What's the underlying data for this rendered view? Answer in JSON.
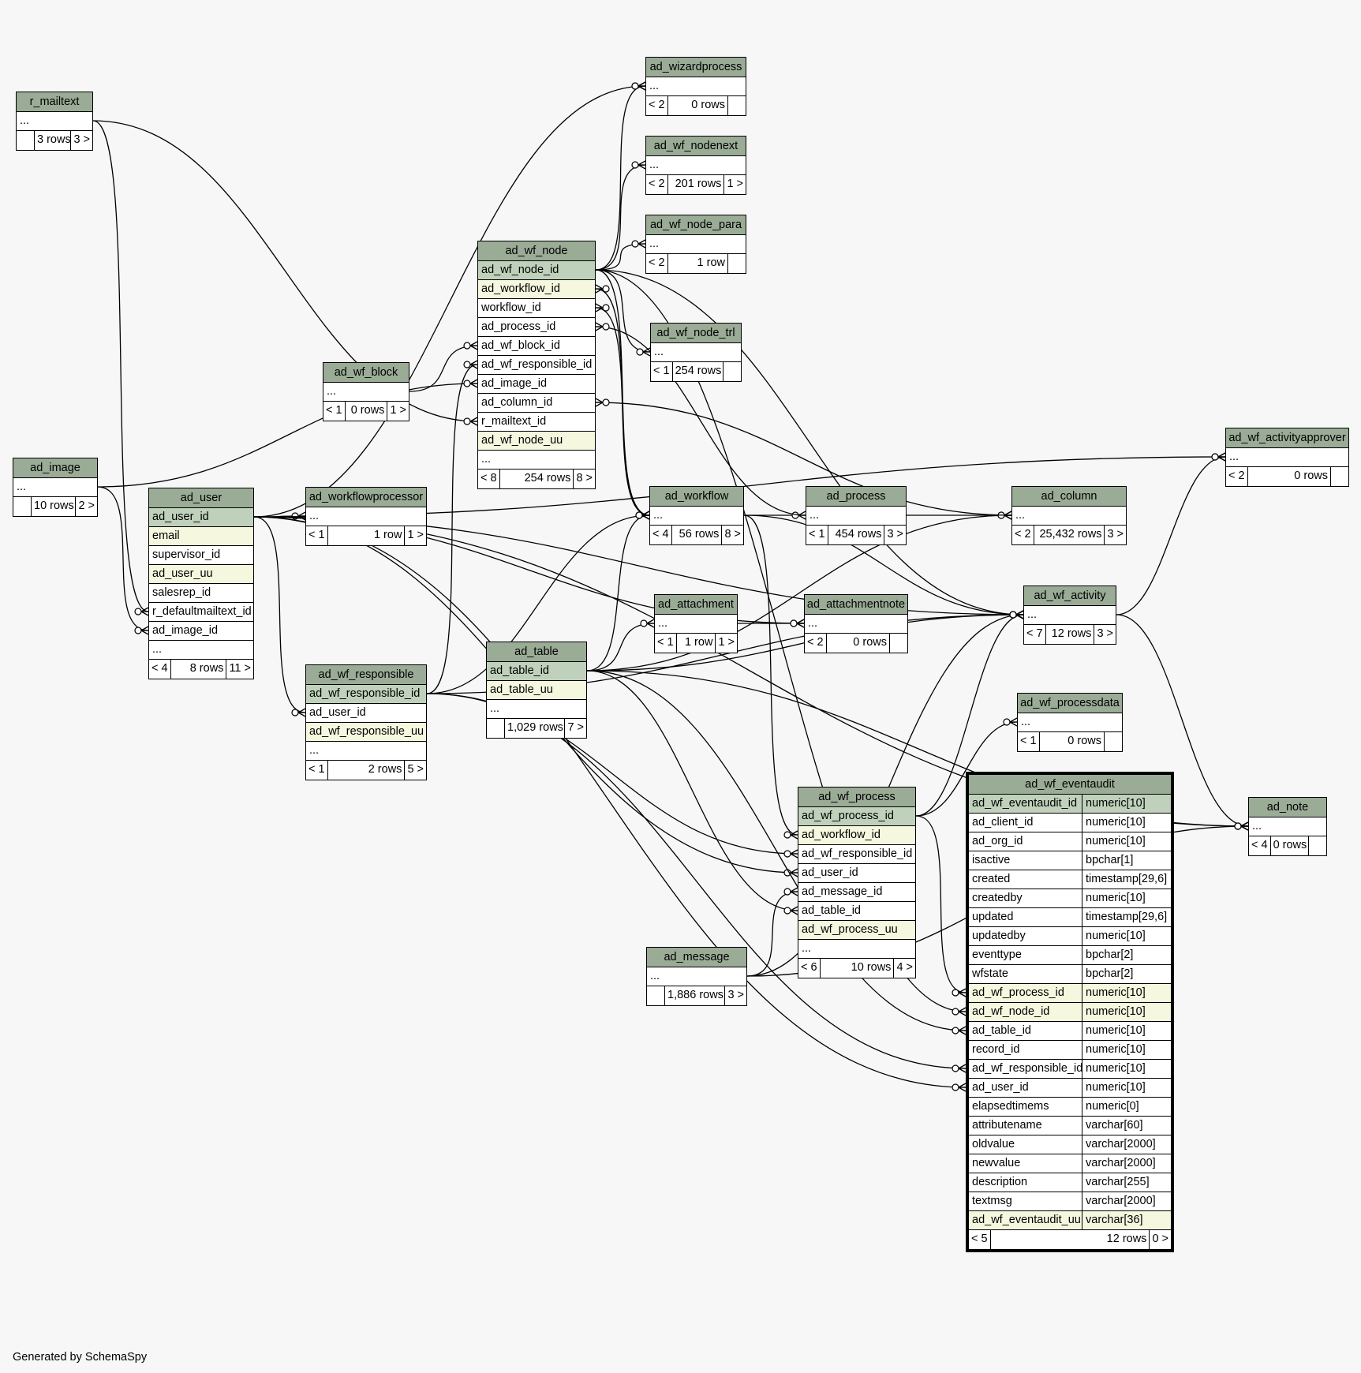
{
  "footer": {
    "generated_by": "Generated by SchemaSpy"
  },
  "tables": [
    {
      "id": "r_mailtext",
      "title": "r_mailtext",
      "rows": [
        {
          "name": "...",
          "kind": ""
        }
      ],
      "foot": {
        "left": "",
        "mid": "3 rows",
        "right": "3 >"
      }
    },
    {
      "id": "ad_image",
      "title": "ad_image",
      "rows": [
        {
          "name": "...",
          "kind": ""
        }
      ],
      "foot": {
        "left": "",
        "mid": "10 rows",
        "right": "2 >"
      }
    },
    {
      "id": "ad_user",
      "title": "ad_user",
      "rows": [
        {
          "name": "ad_user_id",
          "kind": "pk"
        },
        {
          "name": "email",
          "kind": "idx"
        },
        {
          "name": "supervisor_id",
          "kind": ""
        },
        {
          "name": "ad_user_uu",
          "kind": "idx"
        },
        {
          "name": "salesrep_id",
          "kind": ""
        },
        {
          "name": "r_defaultmailtext_id",
          "kind": ""
        },
        {
          "name": "ad_image_id",
          "kind": ""
        },
        {
          "name": "...",
          "kind": ""
        }
      ],
      "foot": {
        "left": "< 4",
        "mid": "8 rows",
        "right": "11 >"
      }
    },
    {
      "id": "ad_wf_block",
      "title": "ad_wf_block",
      "rows": [
        {
          "name": "...",
          "kind": ""
        }
      ],
      "foot": {
        "left": "< 1",
        "mid": "0 rows",
        "right": "1 >"
      }
    },
    {
      "id": "ad_workflowprocessor",
      "title": "ad_workflowprocessor",
      "rows": [
        {
          "name": "...",
          "kind": ""
        }
      ],
      "foot": {
        "left": "< 1",
        "mid": "1 row",
        "right": "1 >"
      }
    },
    {
      "id": "ad_wf_responsible",
      "title": "ad_wf_responsible",
      "rows": [
        {
          "name": "ad_wf_responsible_id",
          "kind": "pk"
        },
        {
          "name": "ad_user_id",
          "kind": ""
        },
        {
          "name": "ad_wf_responsible_uu",
          "kind": "idx"
        },
        {
          "name": "...",
          "kind": ""
        }
      ],
      "foot": {
        "left": "< 1",
        "mid": "2 rows",
        "right": "5 >"
      }
    },
    {
      "id": "ad_wf_node",
      "title": "ad_wf_node",
      "rows": [
        {
          "name": "ad_wf_node_id",
          "kind": "pk"
        },
        {
          "name": "ad_workflow_id",
          "kind": "idx"
        },
        {
          "name": "workflow_id",
          "kind": ""
        },
        {
          "name": "ad_process_id",
          "kind": ""
        },
        {
          "name": "ad_wf_block_id",
          "kind": ""
        },
        {
          "name": "ad_wf_responsible_id",
          "kind": ""
        },
        {
          "name": "ad_image_id",
          "kind": ""
        },
        {
          "name": "ad_column_id",
          "kind": ""
        },
        {
          "name": "r_mailtext_id",
          "kind": ""
        },
        {
          "name": "ad_wf_node_uu",
          "kind": "idx"
        },
        {
          "name": "...",
          "kind": ""
        }
      ],
      "foot": {
        "left": "< 8",
        "mid": "254 rows",
        "right": "8 >"
      }
    },
    {
      "id": "ad_table",
      "title": "ad_table",
      "rows": [
        {
          "name": "ad_table_id",
          "kind": "pk"
        },
        {
          "name": "ad_table_uu",
          "kind": "idx"
        },
        {
          "name": "...",
          "kind": ""
        }
      ],
      "foot": {
        "left": "",
        "mid": "1,029 rows",
        "right": "7 >"
      }
    },
    {
      "id": "ad_wizardprocess",
      "title": "ad_wizardprocess",
      "rows": [
        {
          "name": "...",
          "kind": ""
        }
      ],
      "foot": {
        "left": "< 2",
        "mid": "0 rows",
        "right": ""
      }
    },
    {
      "id": "ad_wf_nodenext",
      "title": "ad_wf_nodenext",
      "rows": [
        {
          "name": "...",
          "kind": ""
        }
      ],
      "foot": {
        "left": "< 2",
        "mid": "201 rows",
        "right": "1 >"
      }
    },
    {
      "id": "ad_wf_node_para",
      "title": "ad_wf_node_para",
      "rows": [
        {
          "name": "...",
          "kind": ""
        }
      ],
      "foot": {
        "left": "< 2",
        "mid": "1 row",
        "right": ""
      }
    },
    {
      "id": "ad_wf_node_trl",
      "title": "ad_wf_node_trl",
      "rows": [
        {
          "name": "...",
          "kind": ""
        }
      ],
      "foot": {
        "left": "< 1",
        "mid": "254 rows",
        "right": ""
      }
    },
    {
      "id": "ad_workflow",
      "title": "ad_workflow",
      "rows": [
        {
          "name": "...",
          "kind": ""
        }
      ],
      "foot": {
        "left": "< 4",
        "mid": "56 rows",
        "right": "8 >"
      }
    },
    {
      "id": "ad_attachment",
      "title": "ad_attachment",
      "rows": [
        {
          "name": "...",
          "kind": ""
        }
      ],
      "foot": {
        "left": "< 1",
        "mid": "1 row",
        "right": "1 >"
      }
    },
    {
      "id": "ad_message",
      "title": "ad_message",
      "rows": [
        {
          "name": "...",
          "kind": ""
        }
      ],
      "foot": {
        "left": "",
        "mid": "1,886 rows",
        "right": "3 >"
      }
    },
    {
      "id": "ad_process",
      "title": "ad_process",
      "rows": [
        {
          "name": "...",
          "kind": ""
        }
      ],
      "foot": {
        "left": "< 1",
        "mid": "454 rows",
        "right": "3 >"
      }
    },
    {
      "id": "ad_attachmentnote",
      "title": "ad_attachmentnote",
      "rows": [
        {
          "name": "...",
          "kind": ""
        }
      ],
      "foot": {
        "left": "< 2",
        "mid": "0 rows",
        "right": ""
      }
    },
    {
      "id": "ad_wf_process",
      "title": "ad_wf_process",
      "rows": [
        {
          "name": "ad_wf_process_id",
          "kind": "pk"
        },
        {
          "name": "ad_workflow_id",
          "kind": "idx"
        },
        {
          "name": "ad_wf_responsible_id",
          "kind": ""
        },
        {
          "name": "ad_user_id",
          "kind": ""
        },
        {
          "name": "ad_message_id",
          "kind": ""
        },
        {
          "name": "ad_table_id",
          "kind": ""
        },
        {
          "name": "ad_wf_process_uu",
          "kind": "idx"
        },
        {
          "name": "...",
          "kind": ""
        }
      ],
      "foot": {
        "left": "< 6",
        "mid": "10 rows",
        "right": "4 >"
      }
    },
    {
      "id": "ad_column",
      "title": "ad_column",
      "rows": [
        {
          "name": "...",
          "kind": ""
        }
      ],
      "foot": {
        "left": "< 2",
        "mid": "25,432 rows",
        "right": "3 >"
      }
    },
    {
      "id": "ad_wf_activity",
      "title": "ad_wf_activity",
      "rows": [
        {
          "name": "...",
          "kind": ""
        }
      ],
      "foot": {
        "left": "< 7",
        "mid": "12 rows",
        "right": "3 >"
      }
    },
    {
      "id": "ad_wf_processdata",
      "title": "ad_wf_processdata",
      "rows": [
        {
          "name": "...",
          "kind": ""
        }
      ],
      "foot": {
        "left": "< 1",
        "mid": "0 rows",
        "right": ""
      }
    },
    {
      "id": "ad_wf_activityapprover",
      "title": "ad_wf_activityapprover",
      "rows": [
        {
          "name": "...",
          "kind": ""
        }
      ],
      "foot": {
        "left": "< 2",
        "mid": "0 rows",
        "right": ""
      }
    },
    {
      "id": "ad_note",
      "title": "ad_note",
      "rows": [
        {
          "name": "...",
          "kind": ""
        }
      ],
      "foot": {
        "left": "< 4",
        "mid": "0 rows",
        "right": ""
      }
    },
    {
      "id": "ad_wf_eventaudit",
      "title": "ad_wf_eventaudit",
      "focus": true,
      "rows": [
        {
          "name": "ad_wf_eventaudit_id",
          "type": "numeric[10]",
          "kind": "pk"
        },
        {
          "name": "ad_client_id",
          "type": "numeric[10]",
          "kind": ""
        },
        {
          "name": "ad_org_id",
          "type": "numeric[10]",
          "kind": ""
        },
        {
          "name": "isactive",
          "type": "bpchar[1]",
          "kind": ""
        },
        {
          "name": "created",
          "type": "timestamp[29,6]",
          "kind": ""
        },
        {
          "name": "createdby",
          "type": "numeric[10]",
          "kind": ""
        },
        {
          "name": "updated",
          "type": "timestamp[29,6]",
          "kind": ""
        },
        {
          "name": "updatedby",
          "type": "numeric[10]",
          "kind": ""
        },
        {
          "name": "eventtype",
          "type": "bpchar[2]",
          "kind": ""
        },
        {
          "name": "wfstate",
          "type": "bpchar[2]",
          "kind": ""
        },
        {
          "name": "ad_wf_process_id",
          "type": "numeric[10]",
          "kind": "idx"
        },
        {
          "name": "ad_wf_node_id",
          "type": "numeric[10]",
          "kind": "idx"
        },
        {
          "name": "ad_table_id",
          "type": "numeric[10]",
          "kind": ""
        },
        {
          "name": "record_id",
          "type": "numeric[10]",
          "kind": ""
        },
        {
          "name": "ad_wf_responsible_id",
          "type": "numeric[10]",
          "kind": ""
        },
        {
          "name": "ad_user_id",
          "type": "numeric[10]",
          "kind": ""
        },
        {
          "name": "elapsedtimems",
          "type": "numeric[0]",
          "kind": ""
        },
        {
          "name": "attributename",
          "type": "varchar[60]",
          "kind": ""
        },
        {
          "name": "oldvalue",
          "type": "varchar[2000]",
          "kind": ""
        },
        {
          "name": "newvalue",
          "type": "varchar[2000]",
          "kind": ""
        },
        {
          "name": "description",
          "type": "varchar[255]",
          "kind": ""
        },
        {
          "name": "textmsg",
          "type": "varchar[2000]",
          "kind": ""
        },
        {
          "name": "ad_wf_eventaudit_uu",
          "type": "varchar[36]",
          "kind": "idx"
        }
      ],
      "foot": {
        "left": "< 5",
        "mid": "12 rows",
        "right": "0 >"
      }
    }
  ]
}
